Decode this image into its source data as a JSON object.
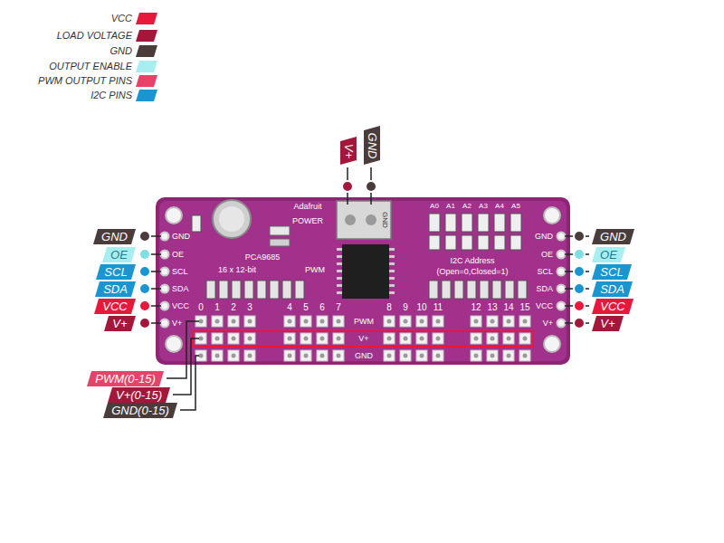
{
  "diagram": {
    "nodes": [
      {
        "text": [
          "V+"
        ]
      },
      {
        "text": [
          "GND"
        ]
      },
      {
        "text": [
          "GND"
        ]
      },
      {
        "text": [
          "OE"
        ]
      },
      {
        "text": [
          "SCL"
        ]
      },
      {
        "text": [
          "SDA"
        ]
      },
      {
        "text": [
          "VCC"
        ]
      },
      {
        "text": [
          "V+"
        ]
      },
      {
        "text": [
          "GND"
        ]
      },
      {
        "text": [
          "OE"
        ]
      },
      {
        "text": [
          "SCL"
        ]
      },
      {
        "text": [
          "SDA"
        ]
      },
      {
        "text": [
          "VCC"
        ]
      },
      {
        "text": [
          "V+"
        ]
      },
      {
        "text": [
          "PWM(0-15)"
        ]
      },
      {
        "text": [
          "V+(0-15)"
        ]
      },
      {
        "text": [
          "GND(0-15)"
        ]
      }
    ],
    "labels": [
      "GND",
      "OE",
      "SCL",
      "SDA",
      "VCC",
      "V+",
      "GND",
      "OE",
      "SCL",
      "SDA",
      "VCC",
      "V+",
      "Adafruit",
      "POWER",
      "PCA9685",
      "16 x 12-bit",
      "PWM",
      "GND",
      "I2C Address",
      "(Open=0,Closed=1)",
      "A0",
      "A1",
      "A2",
      "A3",
      "A4",
      "A5",
      "0",
      "1",
      "2",
      "3",
      "4",
      "5",
      "6",
      "7",
      "8",
      "9",
      "10",
      "11",
      "12",
      "13",
      "14",
      "15",
      "PWM",
      "V+",
      "GND"
    ],
    "legend": [
      {
        "text": "VCC",
        "color": "#e8173c"
      },
      {
        "text": "LOAD VOLTAGE",
        "color": "#a3173a"
      },
      {
        "text": "GND",
        "color": "#4a3c3a"
      },
      {
        "text": "OUTPUT ENABLE",
        "color": "#a8eef0"
      },
      {
        "text": "PWM OUTPUT PINS",
        "color": "#e8426a"
      },
      {
        "text": "I2C PINS",
        "color": "#1a95d0"
      }
    ]
  }
}
